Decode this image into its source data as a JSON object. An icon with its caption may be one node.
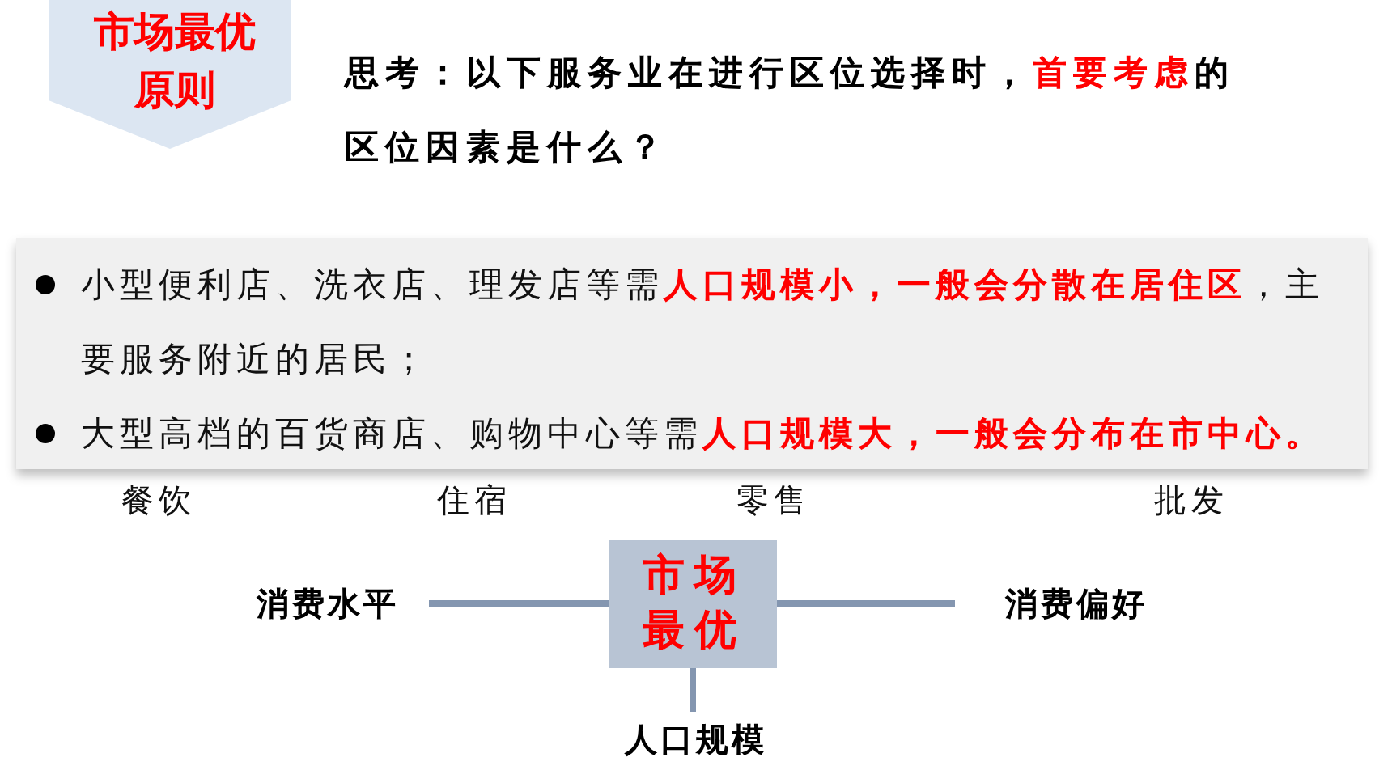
{
  "diagram": {
    "nodes": [
      {
        "text": [
          "市场最优原则"
        ]
      },
      {
        "text": [
          "市场最优"
        ]
      },
      {
        "text": [
          "消费水平"
        ]
      },
      {
        "text": [
          "消费偏好"
        ]
      },
      {
        "text": [
          "人口规模"
        ]
      },
      {
        "text": [
          "小型便利店、洗衣店、理发店等需**人口规模小，一般会分散在居住区**，主要服务附近的居民；",
          "大型高档的百货商店、购物中心等需**人口规模大，一般会分布在市中心。**"
        ]
      }
    ],
    "edges": [
      {
        "from": 2,
        "to": 1,
        "arrow": "none"
      },
      {
        "from": 1,
        "to": 3,
        "arrow": "none"
      },
      {
        "from": 1,
        "to": 4,
        "arrow": "none"
      }
    ],
    "labels": [
      "思考：以下服务业在进行区位选择时，**首要考虑**的区位因素是什么？",
      "餐饮",
      "住宿",
      "零售",
      "批发"
    ]
  }
}
